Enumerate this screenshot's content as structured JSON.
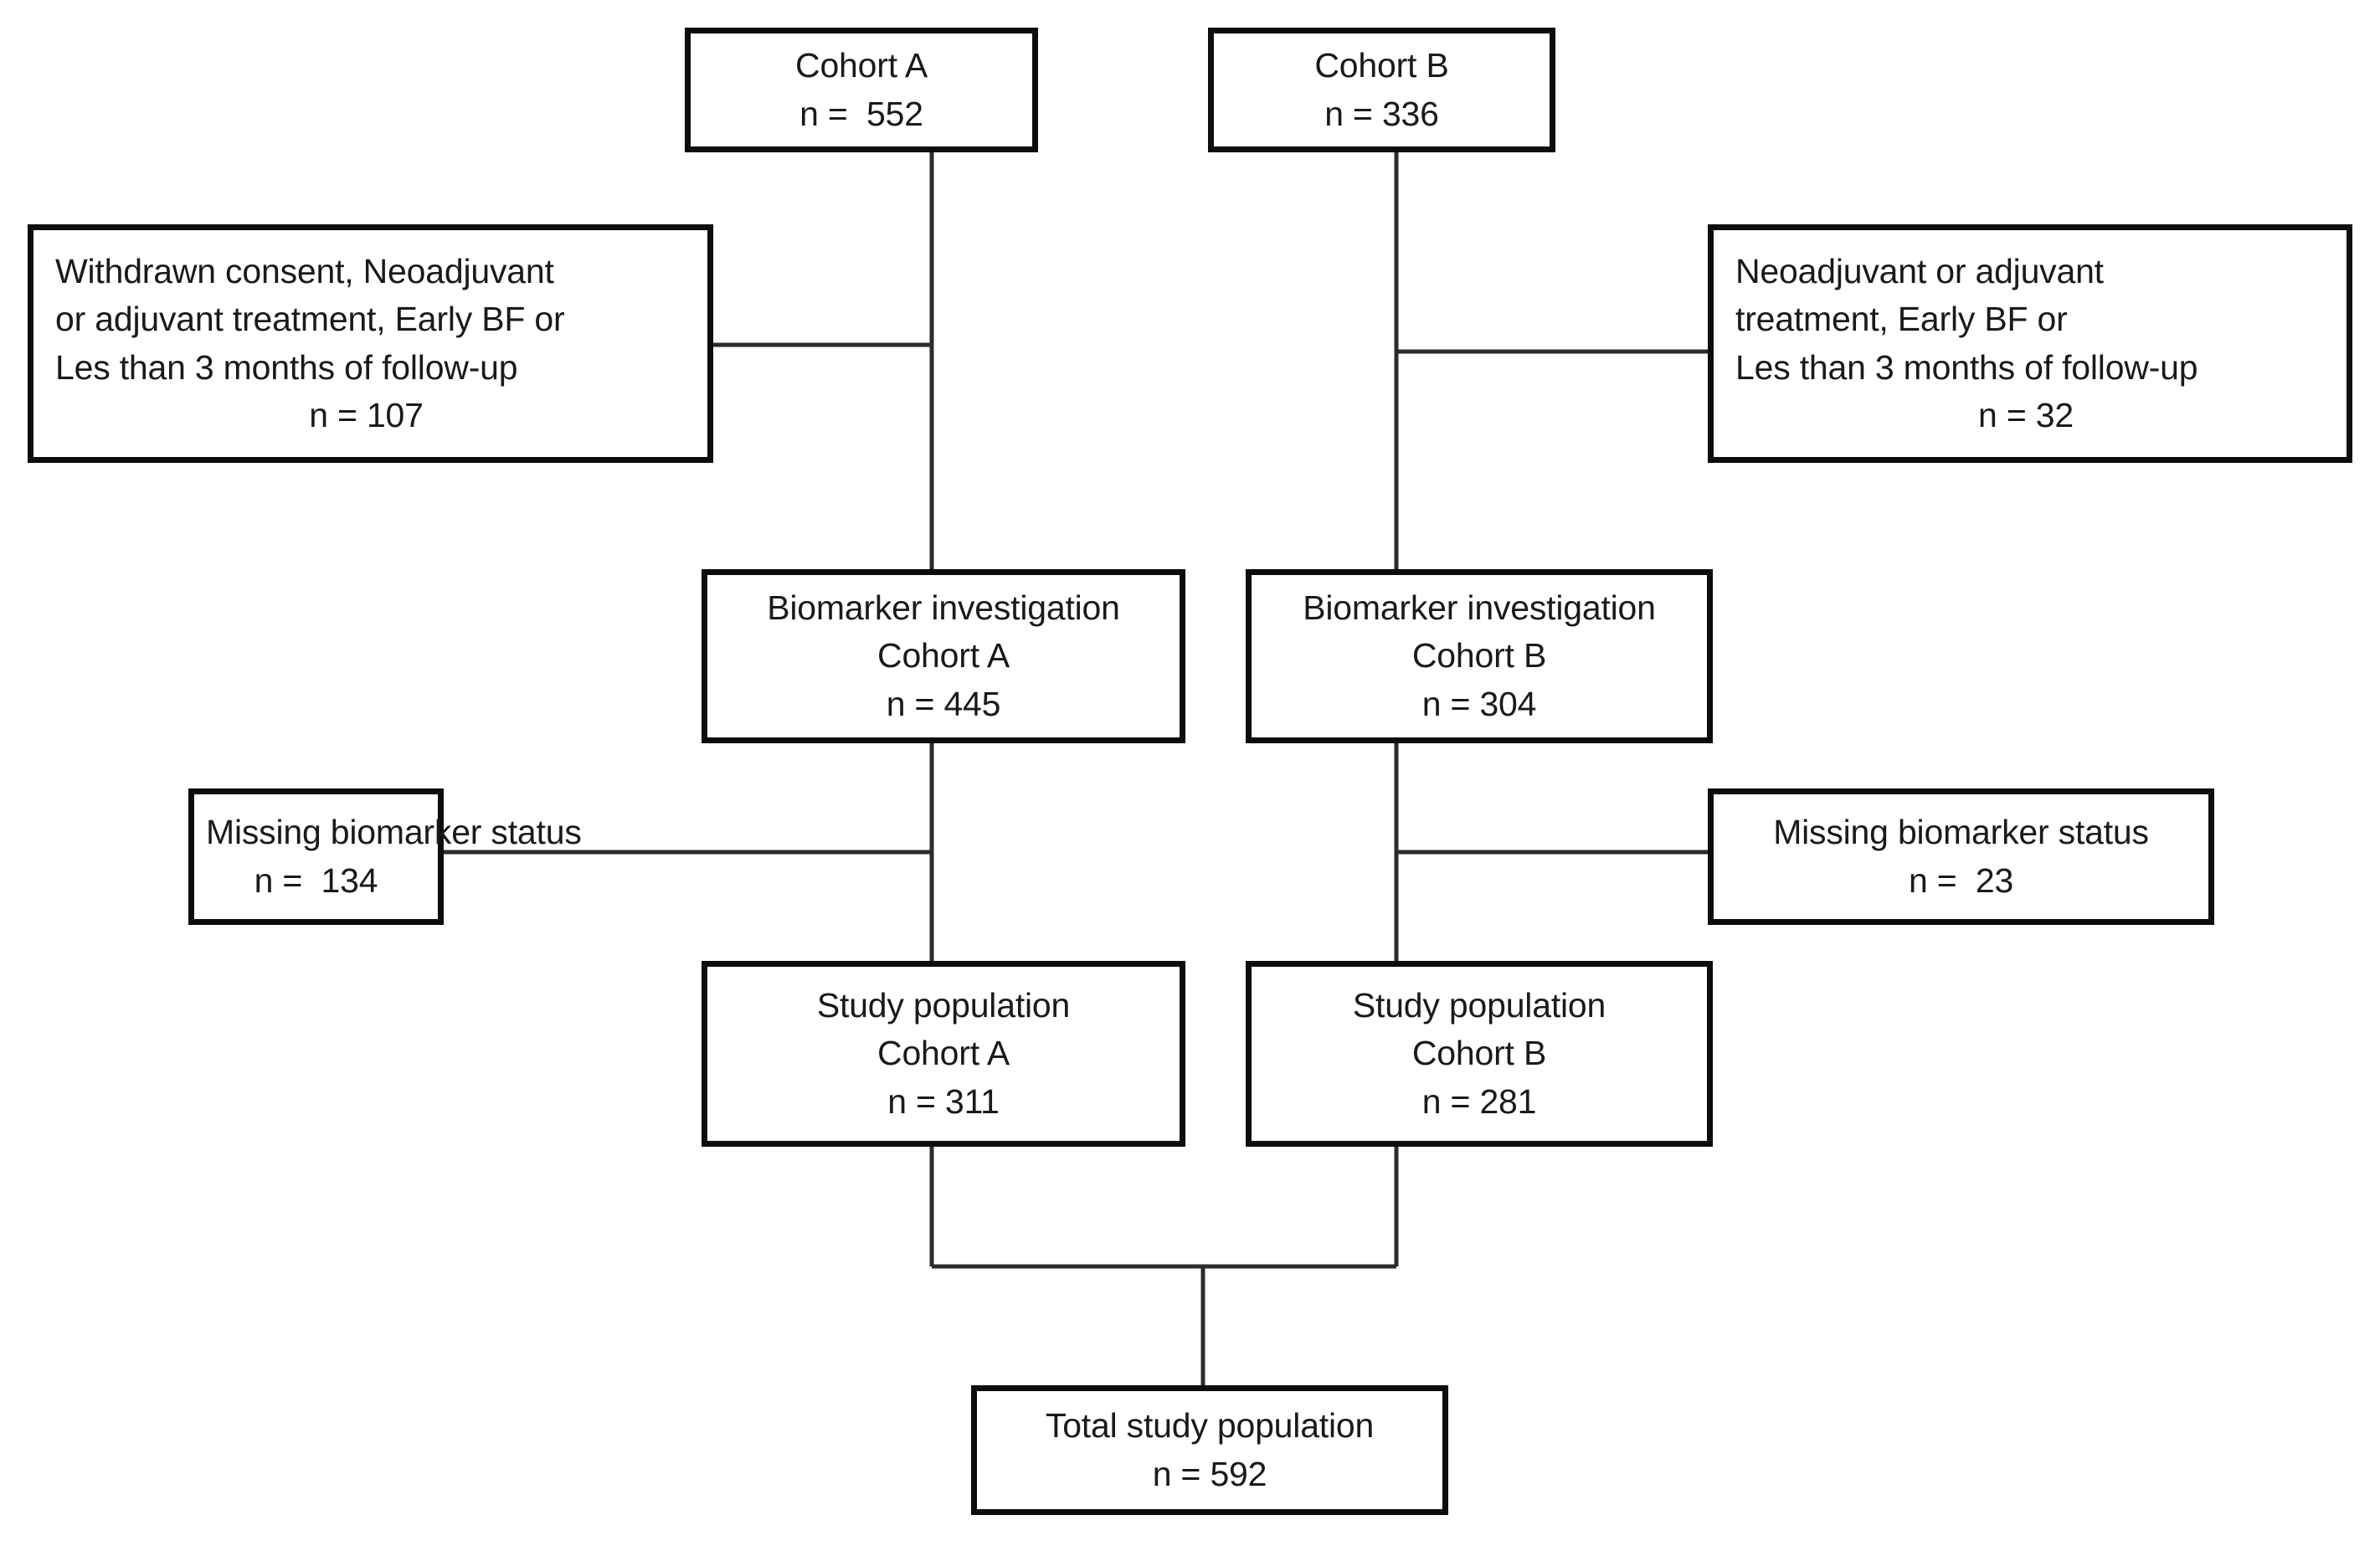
{
  "diagram": {
    "type": "study-flow-chart",
    "title": "",
    "background_color": "#ffffff",
    "box_border_color": "#0d0d0d",
    "connector_color": "#2b2b2b",
    "text_color": "#1a1a1a"
  },
  "nodes": {
    "cohort_a": {
      "id": "cohort-a",
      "lines": [
        "Cohort A",
        "n =  552"
      ],
      "label": "Cohort A",
      "n": 552
    },
    "cohort_b": {
      "id": "cohort-b",
      "lines": [
        "Cohort B",
        "n = 336"
      ],
      "label": "Cohort B",
      "n": 336
    },
    "exclusion_a": {
      "id": "exclusion-cohort-a",
      "lines": [
        "Withdrawn consent, Neoadjuvant",
        "or adjuvant treatment, Early BF or",
        "Les than 3 months of follow-up",
        "n = 107"
      ],
      "n": 107
    },
    "exclusion_b": {
      "id": "exclusion-cohort-b",
      "lines": [
        "Neoadjuvant or adjuvant",
        "treatment, Early BF or",
        "Les than 3 months of follow-up",
        "n = 32"
      ],
      "n": 32
    },
    "biomarker_a": {
      "id": "biomarker-investigation-cohort-a",
      "lines": [
        "Biomarker investigation",
        "Cohort A",
        "n = 445"
      ],
      "n": 445
    },
    "biomarker_b": {
      "id": "biomarker-investigation-cohort-b",
      "lines": [
        "Biomarker investigation",
        "Cohort B",
        "n = 304"
      ],
      "n": 304
    },
    "missing_a": {
      "id": "missing-biomarker-status-a",
      "lines": [
        "Missing biomarker status",
        "n =  134"
      ],
      "n": 134
    },
    "missing_b": {
      "id": "missing-biomarker-status-b",
      "lines": [
        "Missing biomarker status",
        "n =  23"
      ],
      "n": 23
    },
    "study_pop_a": {
      "id": "study-population-cohort-a",
      "lines": [
        "Study population",
        "Cohort A",
        "n = 311"
      ],
      "n": 311
    },
    "study_pop_b": {
      "id": "study-population-cohort-b",
      "lines": [
        "Study population",
        "Cohort B",
        "n = 281"
      ],
      "n": 281
    },
    "total": {
      "id": "total-study-population",
      "lines": [
        "Total study population",
        "n = 592"
      ],
      "n": 592
    }
  },
  "chart_data": {
    "type": "flowchart",
    "title": "Study population flow diagram",
    "branches": [
      {
        "name": "Cohort A",
        "steps": [
          {
            "label": "Cohort A",
            "n": 552
          },
          {
            "label": "Excluded: Withdrawn consent, Neoadjuvant or adjuvant treatment, Early BF or Les than 3 months of follow-up",
            "n": 107
          },
          {
            "label": "Biomarker investigation Cohort A",
            "n": 445
          },
          {
            "label": "Excluded: Missing biomarker status",
            "n": 134
          },
          {
            "label": "Study population Cohort A",
            "n": 311
          }
        ]
      },
      {
        "name": "Cohort B",
        "steps": [
          {
            "label": "Cohort B",
            "n": 336
          },
          {
            "label": "Excluded: Neoadjuvant or adjuvant treatment, Early BF or Les than 3 months of follow-up",
            "n": 32
          },
          {
            "label": "Biomarker investigation Cohort B",
            "n": 304
          },
          {
            "label": "Excluded: Missing biomarker status",
            "n": 23
          },
          {
            "label": "Study population Cohort B",
            "n": 281
          }
        ]
      }
    ],
    "merged": {
      "label": "Total study population",
      "n": 592
    }
  }
}
